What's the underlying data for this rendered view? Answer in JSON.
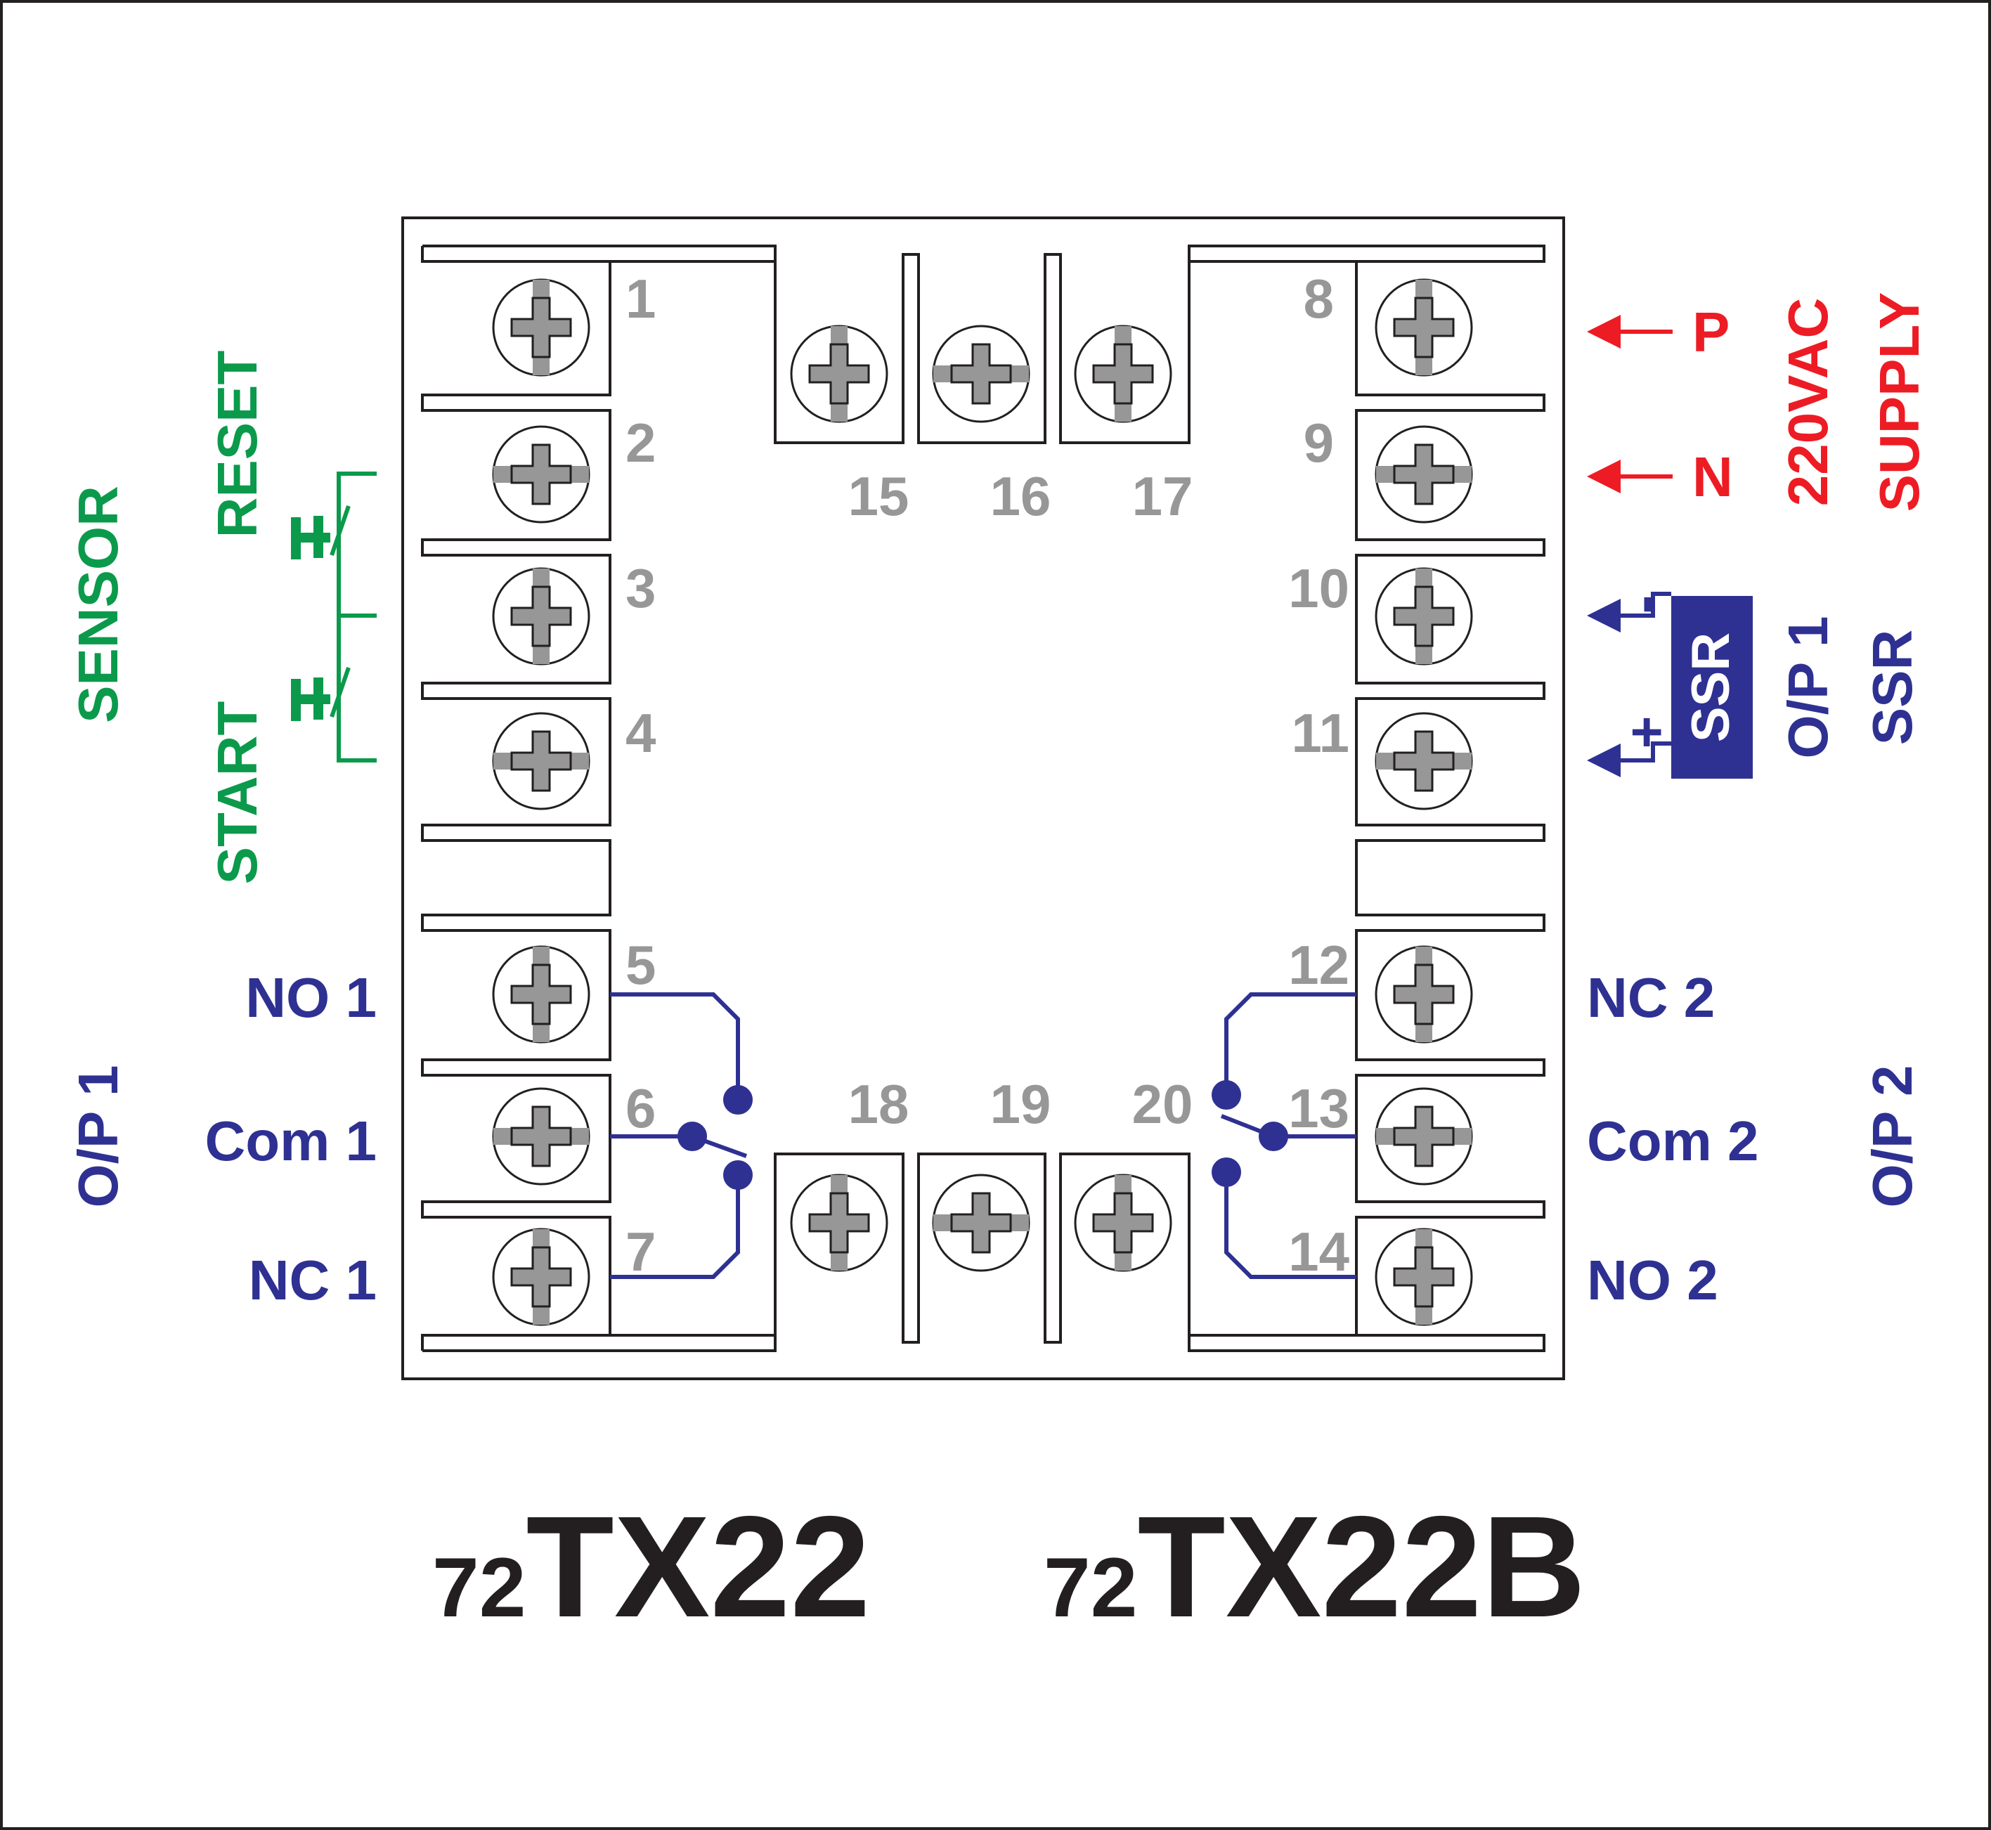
{
  "terminals": {
    "t1": "1",
    "t2": "2",
    "t3": "3",
    "t4": "4",
    "t5": "5",
    "t6": "6",
    "t7": "7",
    "t8": "8",
    "t9": "9",
    "t10": "10",
    "t11": "11",
    "t12": "12",
    "t13": "13",
    "t14": "14",
    "t15": "15",
    "t16": "16",
    "t17": "17",
    "t18": "18",
    "t19": "19",
    "t20": "20"
  },
  "left_labels": {
    "sensor": "SENSOR",
    "reset": "RESET",
    "start": "START",
    "no1": "NO 1",
    "com1": "Com 1",
    "nc1": "NC 1",
    "op1": "O/P 1"
  },
  "right_labels": {
    "p": "P",
    "n": "N",
    "vac": "220VAC",
    "supply": "SUPPLY",
    "minus": "-",
    "plus": "+",
    "ssr_box": "SSR",
    "op1": "O/P 1",
    "ssr": "SSR",
    "nc2": "NC 2",
    "com2": "Com 2",
    "no2": "NO 2",
    "op2": "O/P 2"
  },
  "models": {
    "m1_prefix": "72",
    "m1_suffix": "TX22",
    "m2_prefix": "72",
    "m2_suffix": "TX22B"
  },
  "colors": {
    "terminal_numbers": "#979797",
    "sensor_green": "#0b9a4b",
    "output_blue": "#2e3192",
    "supply_red": "#ed1c24",
    "screw_grey": "#979797",
    "outline": "#231f20"
  }
}
